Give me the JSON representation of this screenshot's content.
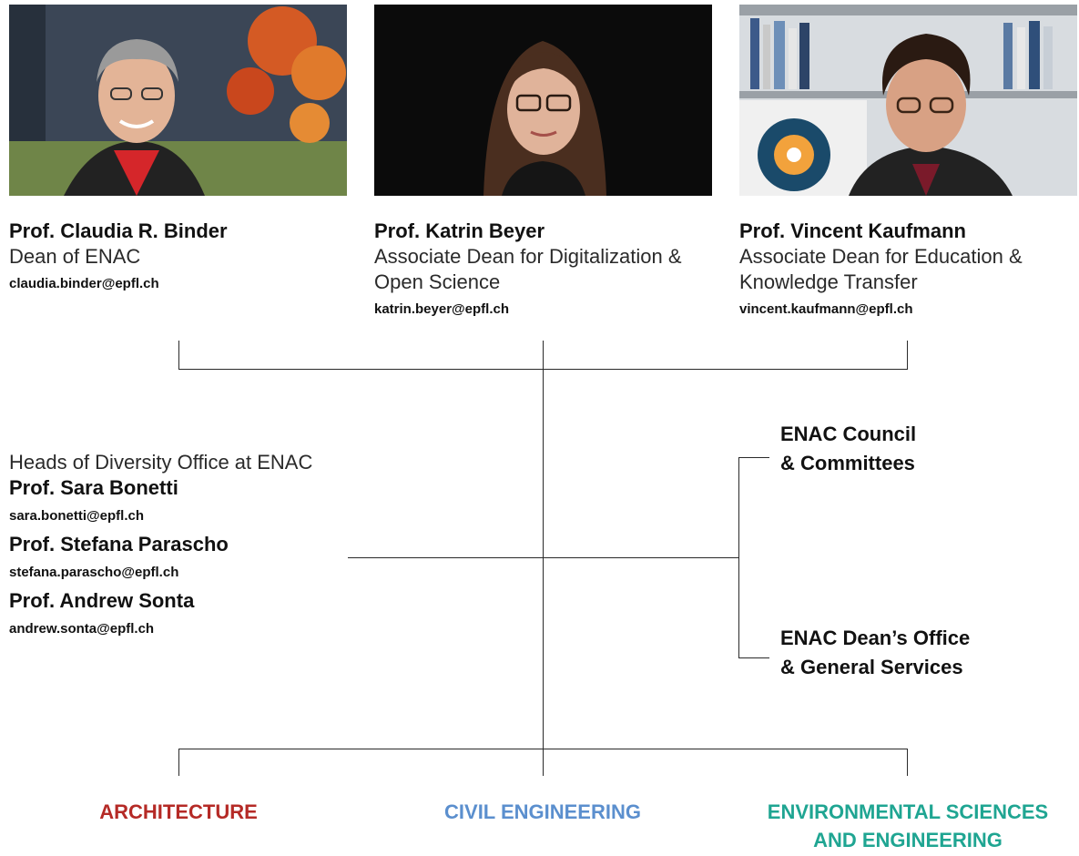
{
  "colors": {
    "architecture": "#b52a26",
    "civil": "#5b8fce",
    "environmental": "#1fa592",
    "lines": "#2a2a2a"
  },
  "deans": [
    {
      "name": "Prof. Claudia R. Binder",
      "role": "Dean of ENAC",
      "email": "claudia.binder@epfl.ch"
    },
    {
      "name": "Prof. Katrin Beyer",
      "role": "Associate Dean for Digitalization & Open Science",
      "email": "katrin.beyer@epfl.ch"
    },
    {
      "name": "Prof. Vincent Kaufmann",
      "role": "Associate Dean for Education & Knowledge Transfer",
      "email": "vincent.kaufmann@epfl.ch"
    }
  ],
  "diversity": {
    "title": "Heads of Diversity Office at ENAC",
    "members": [
      {
        "name": "Prof. Sara Bonetti",
        "email": "sara.bonetti@epfl.ch"
      },
      {
        "name": "Prof. Stefana Parascho",
        "email": "stefana.parascho@epfl.ch"
      },
      {
        "name": "Prof. Andrew Sonta",
        "email": "andrew.sonta@epfl.ch"
      }
    ]
  },
  "council": {
    "line1": "ENAC Council",
    "line2": "& Committees"
  },
  "deans_office": {
    "line1": "ENAC Dean’s Office",
    "line2": "& General Services"
  },
  "units": [
    {
      "line1": "ARCHITECTURE",
      "line2": ""
    },
    {
      "line1": "CIVIL ENGINEERING",
      "line2": ""
    },
    {
      "line1": "ENVIRONMENTAL SCIENCES",
      "line2": "AND ENGINEERING"
    }
  ]
}
